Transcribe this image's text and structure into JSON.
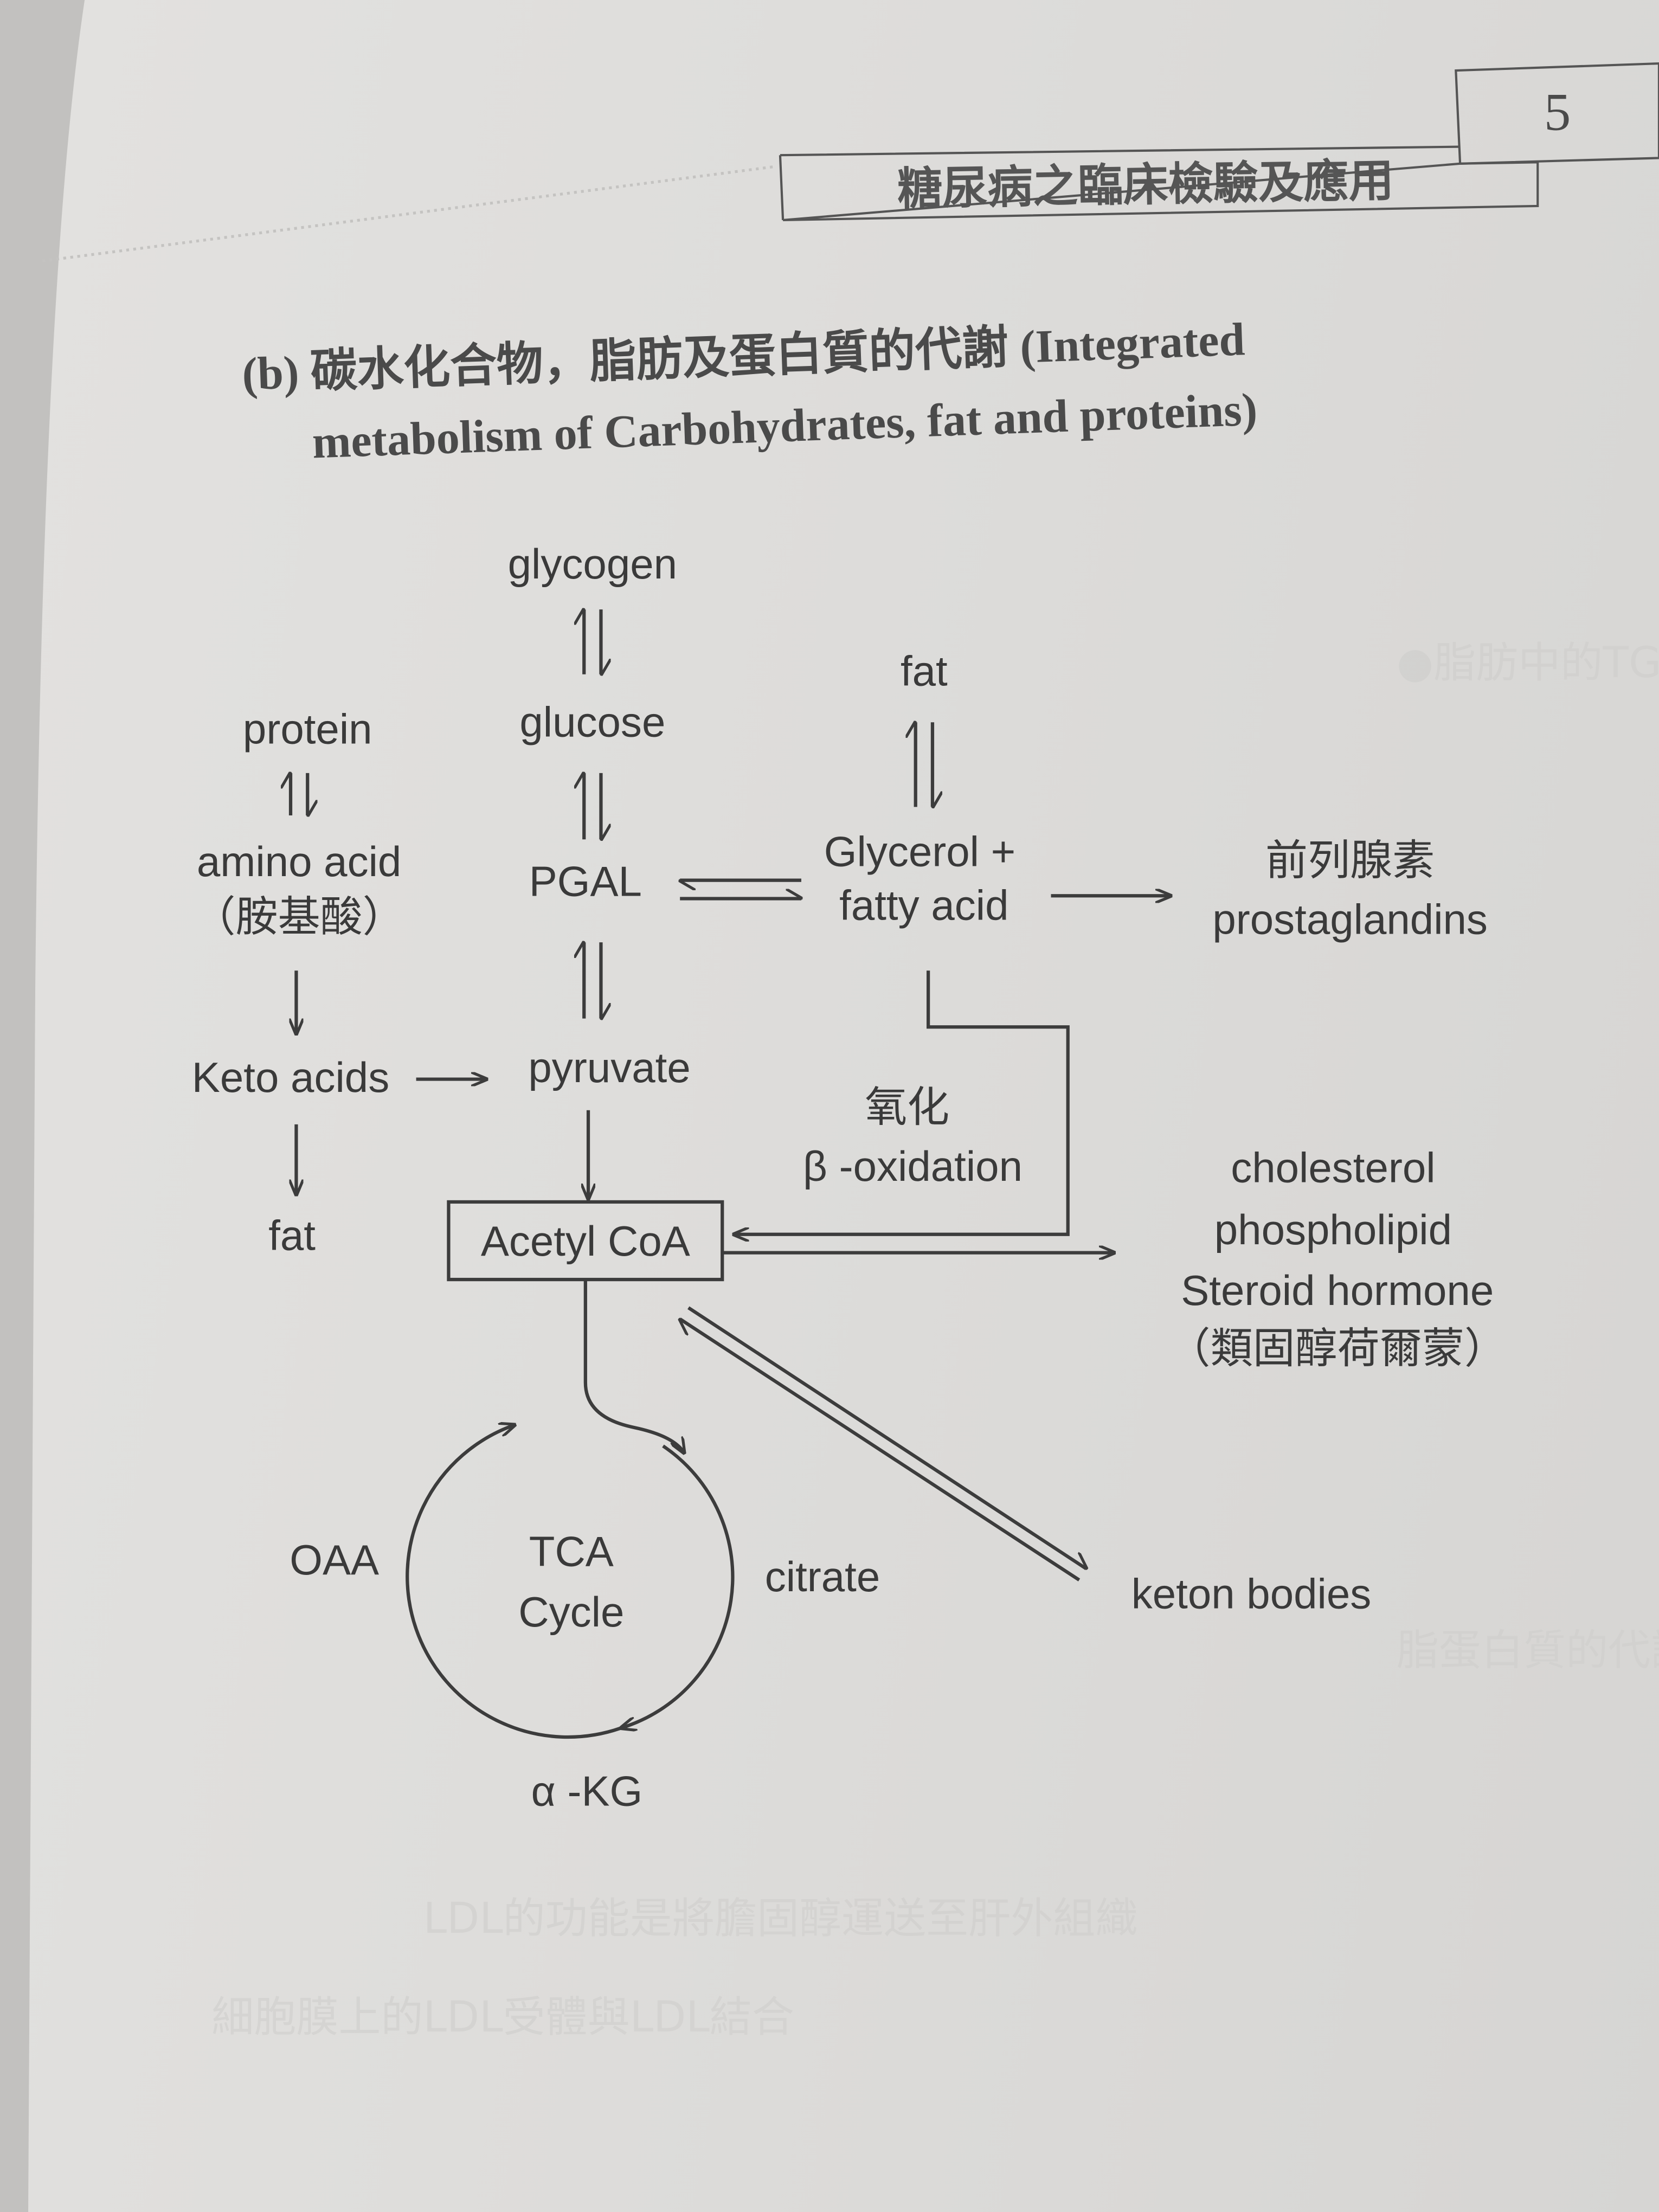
{
  "header": {
    "page_number": "5",
    "running_title": "糖尿病之臨床檢驗及應用"
  },
  "section_title": {
    "line1": "(b) 碳水化合物，脂肪及蛋白質的代謝 (Integrated",
    "line2": "metabolism of Carbohydrates, fat and proteins)"
  },
  "diagram": {
    "nodes": {
      "glycogen": "glycogen",
      "glucose": "glucose",
      "protein": "protein",
      "amino_acid": "amino acid",
      "amino_acid_zh": "（胺基酸）",
      "fat_top": "fat",
      "pgal": "PGAL",
      "glycerol": "Glycerol +",
      "fatty_acid": "fatty acid",
      "prostaglandins_zh": "前列腺素",
      "prostaglandins": "prostaglandins",
      "keto_acids": "Keto acids",
      "pyruvate": "pyruvate",
      "fat_bottom": "fat",
      "oxidation_zh": "氧化",
      "beta_oxidation": "β -oxidation",
      "acetyl_coa": "Acetyl CoA",
      "cholesterol": "cholesterol",
      "phospholipid": "phospholipid",
      "steroid_hormone": "Steroid hormone",
      "steroid_hormone_zh": "（類固醇荷爾蒙）",
      "oaa": "OAA",
      "tca": "TCA",
      "cycle": "Cycle",
      "citrate": "citrate",
      "alpha_kg": "α -KG",
      "keton_bodies": "keton bodies"
    }
  }
}
